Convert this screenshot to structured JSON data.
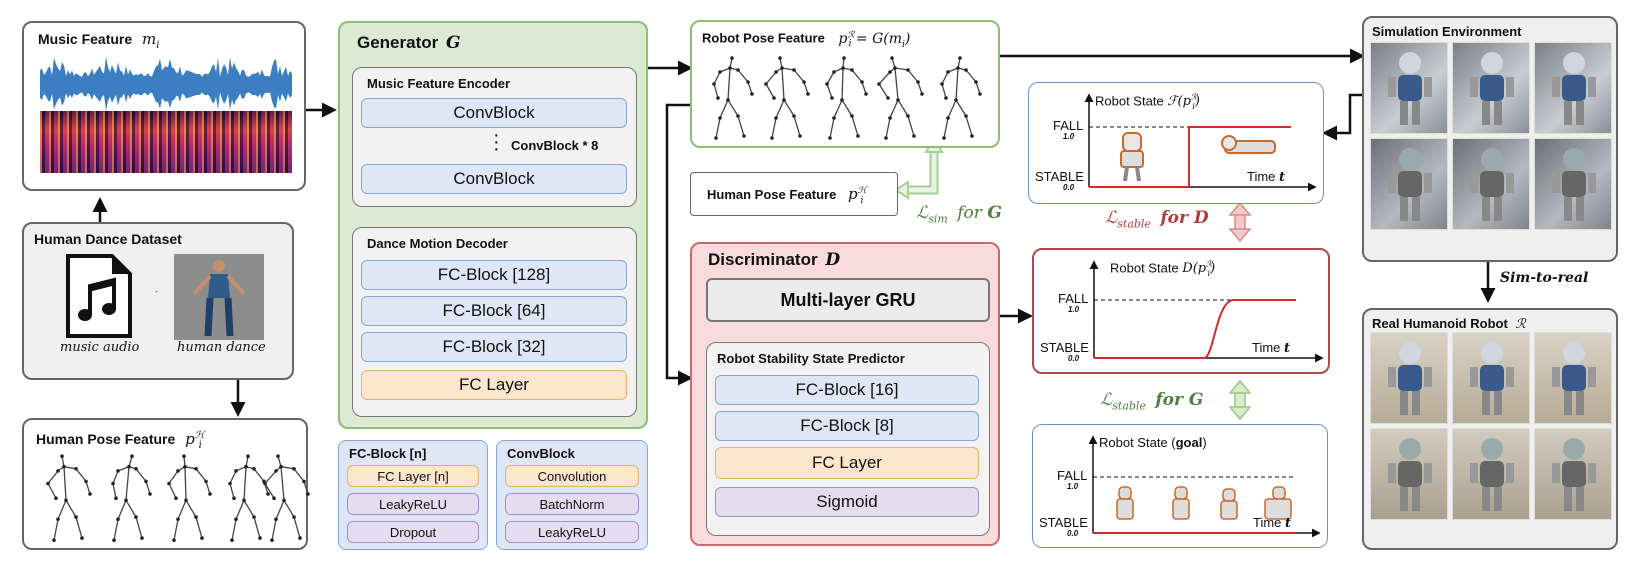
{
  "music_feature": {
    "label": "Music Feature",
    "sym": "m",
    "sub": "i"
  },
  "human_dance_dataset": {
    "label": "Human Dance Dataset",
    "audio_caption": "music audio",
    "dance_caption": "human dance"
  },
  "human_pose_bottom": {
    "label": "Human Pose Feature",
    "sym": "p",
    "sub": "i",
    "sup": "ℋ"
  },
  "generator": {
    "title": "Generator",
    "sym": "G",
    "encoder_title": "Music Feature Encoder",
    "conv1": "ConvBlock",
    "conv_repeat": "ConvBlock * 8",
    "conv2": "ConvBlock",
    "decoder_title": "Dance Motion Decoder",
    "fc128": "FC-Block [128]",
    "fc64": "FC-Block [64]",
    "fc32": "FC-Block [32]",
    "fc_layer": "FC Layer"
  },
  "legend_fc": {
    "title": "FC-Block [n]",
    "items": [
      "FC Layer [n]",
      "LeakyReLU",
      "Dropout"
    ]
  },
  "legend_conv": {
    "title": "ConvBlock",
    "items": [
      "Convolution",
      "BatchNorm",
      "LeakyReLU"
    ]
  },
  "robot_pose": {
    "label": "Robot Pose Feature",
    "eq": "p",
    "sub": "i",
    "sup": "ℛ",
    "rhs": " = G(m",
    "rhs_sub": "i",
    "rhs_end": ")"
  },
  "human_pose_mid": {
    "label": "Human Pose Feature",
    "sym": "p",
    "sub": "i",
    "sup": "ℋ"
  },
  "loss_sim": {
    "sym": "ℒ",
    "sub": "sim",
    "for": "for",
    "target": "G"
  },
  "discriminator": {
    "title": "Discriminator",
    "sym": "D",
    "gru": "Multi-layer GRU",
    "predictor_title": "Robot Stability State Predictor",
    "fc16": "FC-Block [16]",
    "fc8": "FC-Block [8]",
    "fc_layer": "FC Layer",
    "sigmoid": "Sigmoid"
  },
  "plot1": {
    "title": "Robot State",
    "sym": "ℱ(p",
    "sub": "i",
    "sup": "ℛ",
    "close": ")",
    "fall": "FALL",
    "fall_val": "1.0",
    "stable": "STABLE",
    "stable_val": "0.0",
    "time": "Time",
    "t": "t"
  },
  "loss_stable_d": {
    "sym": "ℒ",
    "sub": "stable",
    "for": "for",
    "target": "D"
  },
  "plot2": {
    "title": "Robot State",
    "sym": "D(p",
    "sub": "i",
    "sup": "ℛ",
    "close": ")",
    "fall": "FALL",
    "fall_val": "1.0",
    "stable": "STABLE",
    "stable_val": "0.0",
    "time": "Time",
    "t": "t"
  },
  "loss_stable_g": {
    "sym": "ℒ",
    "sub": "stable",
    "for": "for",
    "target": "G"
  },
  "plot3": {
    "title": "Robot State (",
    "goal": "goal",
    "close": ")",
    "fall": "FALL",
    "fall_val": "1.0",
    "stable": "STABLE",
    "stable_val": "0.0",
    "time": "Time",
    "t": "t"
  },
  "simulation": {
    "label": "Simulation Environment"
  },
  "sim_to_real": "Sim-to-real",
  "real_robot": {
    "label": "Real Humanoid Robot",
    "sym": "ℛ"
  },
  "dot_sep": "·"
}
